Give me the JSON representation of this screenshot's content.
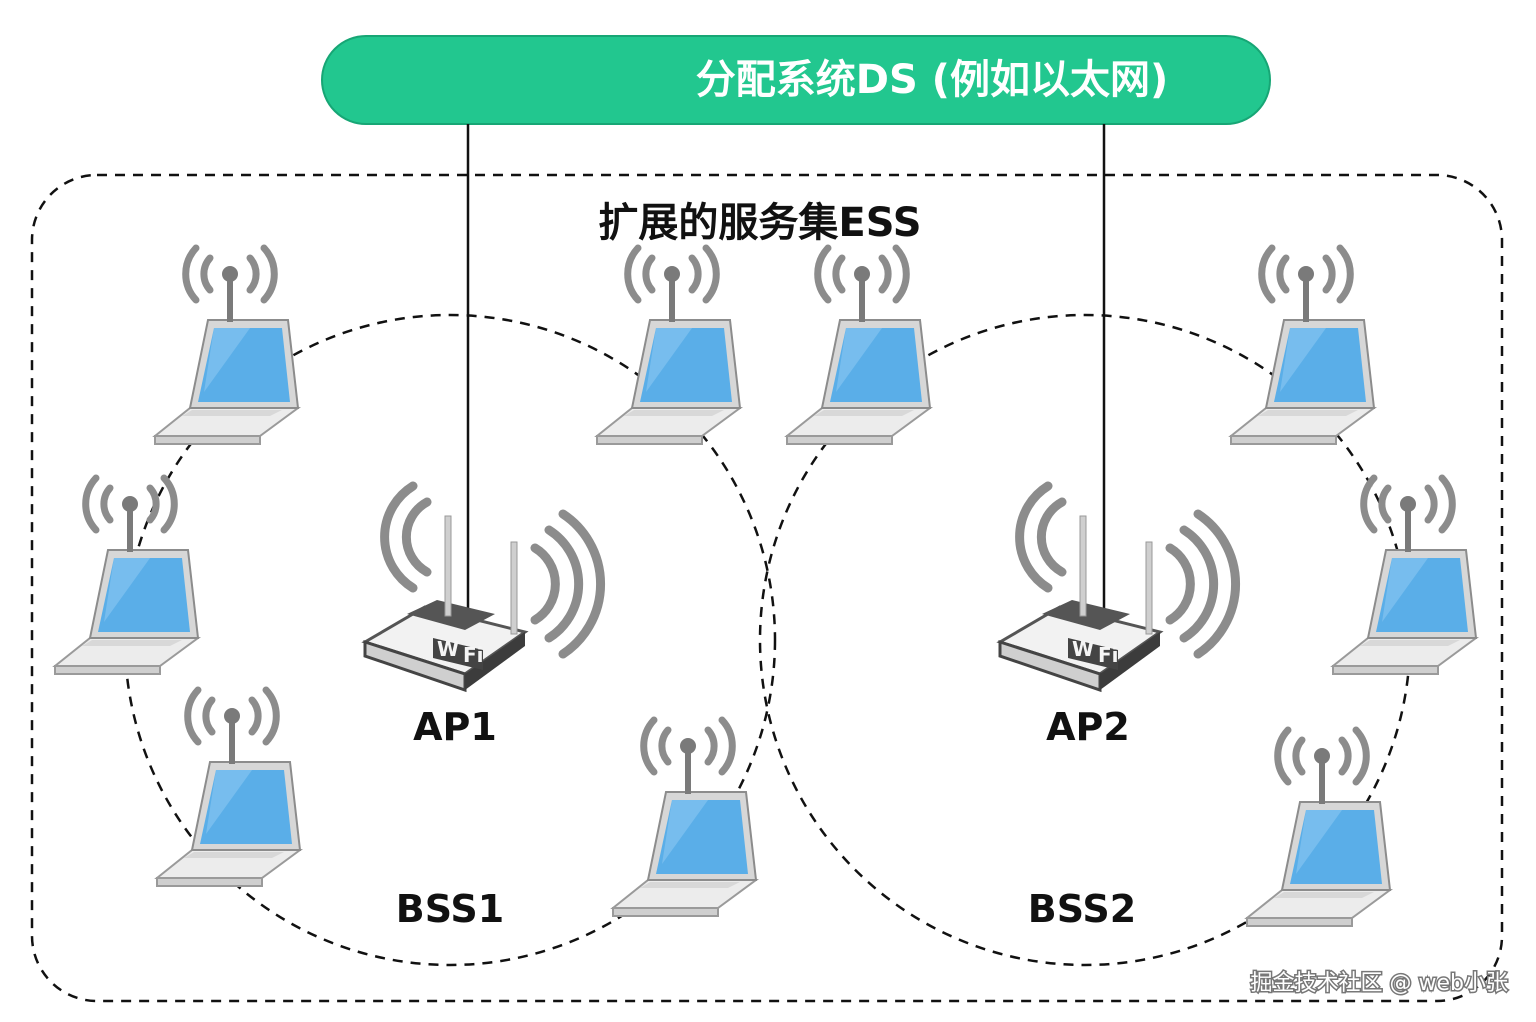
{
  "ds": {
    "label": "分配系统DS (例如以太网)",
    "color": "#22c78f"
  },
  "ess": {
    "label": "扩展的服务集ESS"
  },
  "bss": [
    {
      "label": "BSS1",
      "ap_label": "AP1"
    },
    {
      "label": "BSS2",
      "ap_label": "AP2"
    }
  ],
  "watermark": "掘金技术社区 @ web小张",
  "colors": {
    "screen": "#5aaee8",
    "wave": "#8c8c8c",
    "line": "#111111"
  },
  "icons": {
    "station": "laptop-icon",
    "access_point": "wifi-router-icon"
  }
}
